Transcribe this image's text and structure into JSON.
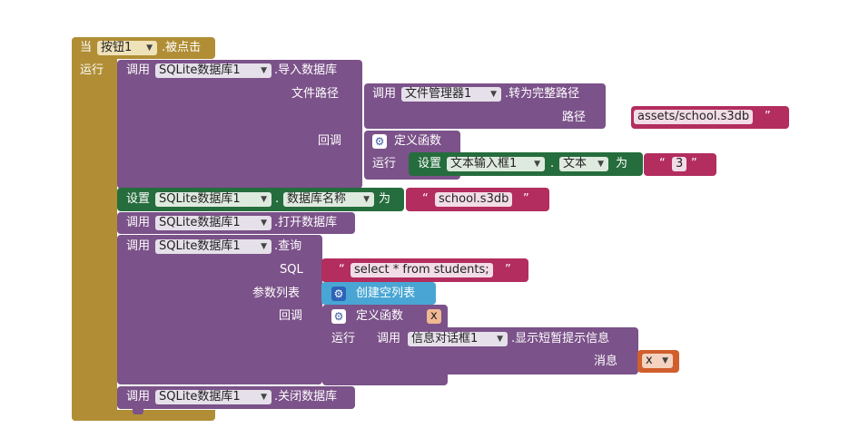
{
  "event": {
    "when": "当",
    "component": "按钮1",
    "event_name": ".被点击",
    "do": "运行"
  },
  "import_db": {
    "call": "调用",
    "component": "SQLite数据库1",
    "method": ".导入数据库",
    "param_file_path": "文件路径",
    "param_callback": "回调"
  },
  "file_manager": {
    "call": "调用",
    "component": "文件管理器1",
    "method": ".转为完整路径",
    "param_path": "路径",
    "path_value": "assets/school.s3db"
  },
  "define_fn1": {
    "label": "定义函数",
    "do": "运行"
  },
  "set_textbox": {
    "set": "设置",
    "component": "文本输入框1",
    "property": "文本",
    "to": "为",
    "value": "3"
  },
  "set_dbname": {
    "set": "设置",
    "component": "SQLite数据库1",
    "property": "数据库名称",
    "to": "为",
    "value": "school.s3db"
  },
  "open_db": {
    "call": "调用",
    "component": "SQLite数据库1",
    "method": ".打开数据库"
  },
  "query": {
    "call": "调用",
    "component": "SQLite数据库1",
    "method": ".查询",
    "param_sql": "SQL",
    "sql_value": "select * from students;",
    "param_list": "参数列表",
    "create_list": "创建空列表",
    "param_callback": "回调"
  },
  "define_fn2": {
    "label": "定义函数",
    "param": "x",
    "do": "运行"
  },
  "alert": {
    "call": "调用",
    "component": "信息对话框1",
    "method": ".显示短暂提示信息",
    "param_msg": "消息",
    "msg_value": "x"
  },
  "close_db": {
    "call": "调用",
    "component": "SQLite数据库1",
    "method": ".关闭数据库"
  },
  "quote": "“",
  "quote_end": "”",
  "dot": "."
}
